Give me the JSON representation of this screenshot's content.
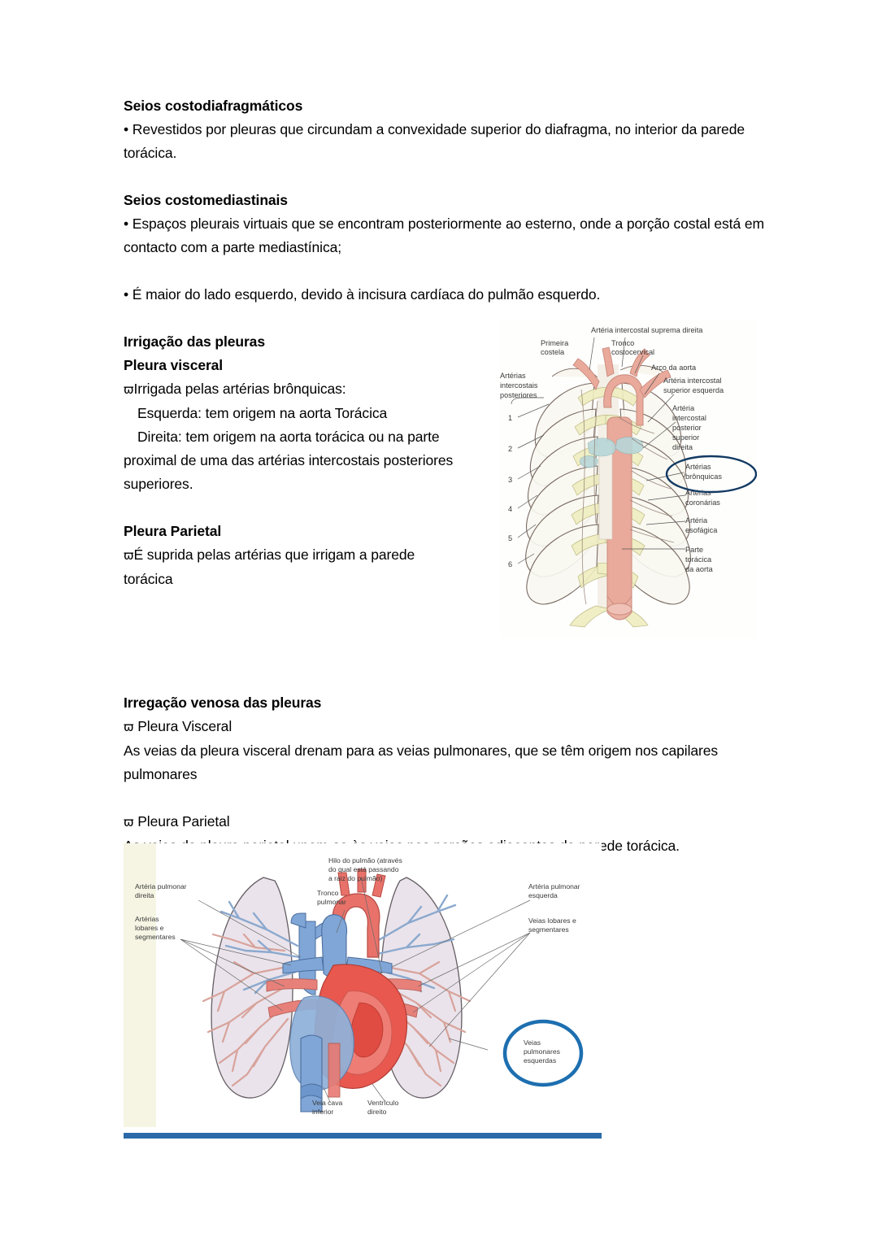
{
  "document": {
    "sections": [
      {
        "id": "seios-costodiafragmaticos",
        "heading": "Seios costodiafragmáticos",
        "body": "• Revestidos por pleuras que circundam a convexidade superior do diafragma, no interior da parede torácica."
      },
      {
        "id": "seios-costomediastinais",
        "heading": "Seios costomediastinais",
        "body": "• Espaços pleurais virtuais que se encontram posteriormente ao esterno, onde a porção costal está em contacto com a parte mediastínica;",
        "body2": "• É maior do lado esquerdo, devido à incisura cardíaca do pulmão esquerdo."
      },
      {
        "id": "irrigacao-das-pleuras",
        "heading": "Irrigação das pleuras",
        "subheading": "Pleura visceral",
        "bullet_glyph": "ϖ",
        "line1": "Irrigada pelas artérias brônquicas:",
        "line2": "Esquerda: tem origem na aorta Torácica",
        "line3": "Direita: tem origem na aorta torácica ou na parte",
        "line4": "proximal de uma das artérias intercostais posteriores",
        "line5": "superiores."
      },
      {
        "id": "pleura-parietal",
        "heading": "Pleura Parietal",
        "bullet_glyph": "ϖ",
        "line1": "É suprida pelas artérias que irrigam a parede",
        "line2": "torácica"
      },
      {
        "id": "irregacao-venosa",
        "heading": "Irregação venosa das pleuras",
        "bullet_glyph": "ϖ",
        "sub1": "Pleura Visceral",
        "body1": "As veias da pleura visceral drenam para as veias pulmonares, que se têm origem nos capilares pulmonares",
        "sub2": "Pleura Parietal",
        "body2": "As veias da pleura parietal unem-se às veias nas porções adjacentes da parede torácica."
      }
    ]
  },
  "figure_thorax": {
    "name": "Artérias da parede torácica posterior e aorta torácica",
    "labels": {
      "intercostal_suprema": "Artéria intercostal suprema direita",
      "primeira_costela": "Primeira\ncostela",
      "tronco_costocervical": "Tronco\ncostocervical",
      "arco_aorta": "Arco da aorta",
      "intercostal_sup_esq": "Artéria intercostal\nsuperior esquerda",
      "arterias_intercostais_post": "Artérias\nintercostais\nposteriores",
      "intercostal_post_sup_dir": "Artéria\nintercostal\nposterior\nsuperior\ndireita",
      "arterias_bronquicas": "Artérias\nbrônquicas",
      "arterias_coronarias": "Artérias\ncoronárias",
      "arteria_esofagica": "Artéria\nesofágica",
      "parte_toracica_aorta": "Parte\ntorácica\nda aorta"
    },
    "rib_numbers": [
      "1",
      "2",
      "3",
      "4",
      "5",
      "6"
    ],
    "highlight": {
      "target": "Artérias brônquicas",
      "shape": "ellipse",
      "color": "#123a63"
    },
    "colors": {
      "aorta": "#e8a99a",
      "cartilage": "#eeeec2",
      "bone": "#f7f5ee",
      "outline": "#5b4a42"
    }
  },
  "figure_lungs": {
    "name": "Pulmões, coração e vasos pulmonares",
    "labels": {
      "arteria_pulmonar_direita": "Artéria pulmonar\ndireita",
      "arterias_lobares_segmentares": "Artérias\nlobares e\nsegmentares",
      "hilo_do_pulmao": "Hilo do pulmão (através\ndo qual está passando\na raiz do pulmão)",
      "tronco_pulmonar": "Tronco\npulmonar",
      "arteria_pulmonar_esquerda": "Artéria pulmonar\nesquerda",
      "veias_lobares_segmentares": "Veias lobares e\nsegmentares",
      "veias_pulmonares_esquerdas": "Veias\npulmonares\nesquerdas",
      "veia_cava_inferior": "Veia cava\ninferior",
      "ventriculo_direito": "Ventrículo\ndireito"
    },
    "highlight": {
      "target": "Veias pulmonares esquerdas",
      "shape": "ellipse",
      "color": "#1d6fb0"
    },
    "colors": {
      "artery_red": "#e8564e",
      "vein_blue": "#6f9ed4",
      "lung_tint": "#e7dfe8",
      "heart_red": "#e04a42",
      "bottom_band": "#2a6aa8"
    }
  }
}
